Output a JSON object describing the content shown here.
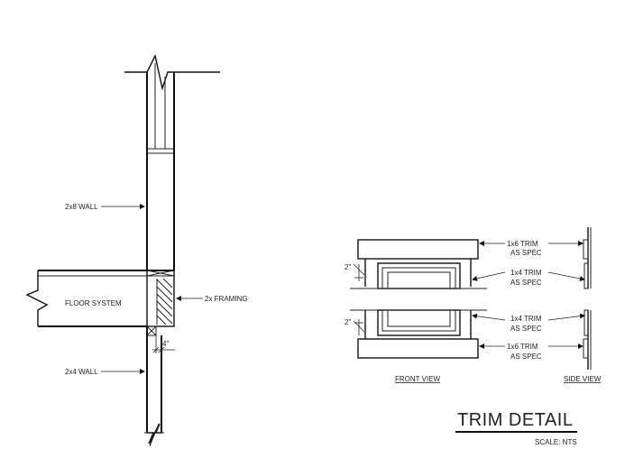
{
  "wall_section": {
    "upper_wall_label": "2x8 WALL",
    "floor_label": "FLOOR SYSTEM",
    "framing_label": "2x FRAMING",
    "dimension_label": "4\"",
    "lower_wall_label": "2x4 WALL"
  },
  "front_view": {
    "top_dim": "2\"",
    "bottom_dim": "2\"",
    "caption": "FRONT VIEW"
  },
  "callouts": {
    "top_outer_line1": "1x6 TRIM",
    "top_outer_line2": "AS SPEC",
    "top_inner_line1": "1x4 TRIM",
    "top_inner_line2": "AS SPEC",
    "bottom_inner_line1": "1x4 TRIM",
    "bottom_inner_line2": "AS SPEC",
    "bottom_outer_line1": "1x6 TRIM",
    "bottom_outer_line2": "AS SPEC"
  },
  "side_view": {
    "caption": "SIDE VIEW"
  },
  "title_block": {
    "title": "TRIM DETAIL",
    "scale": "SCALE: NTS"
  }
}
